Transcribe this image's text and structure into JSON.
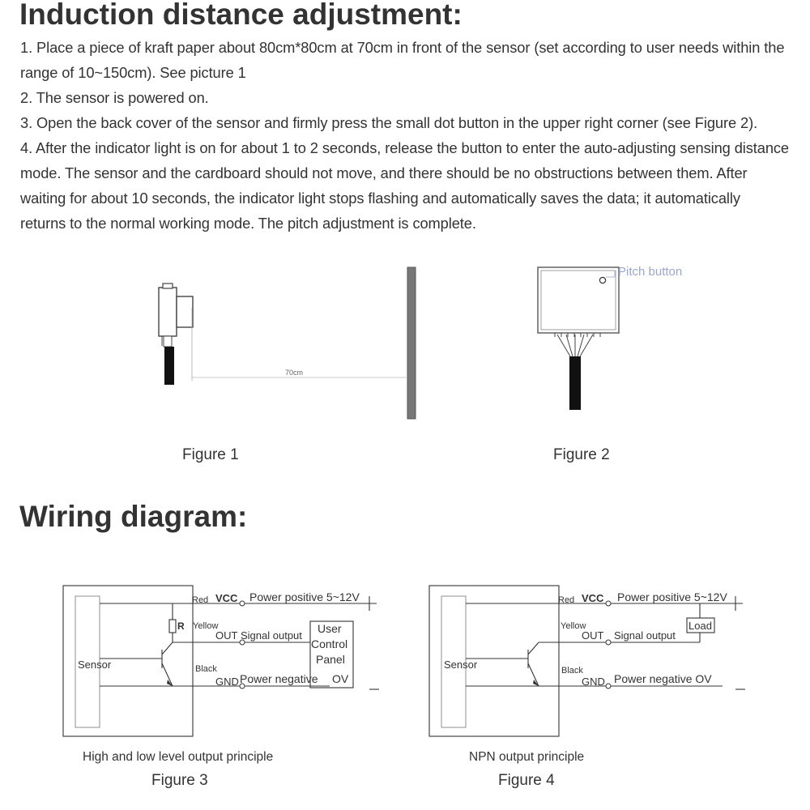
{
  "heading_adjust": "Induction distance adjustment:",
  "steps": [
    "1. Place a piece of kraft paper about 80cm*80cm at 70cm in front of the sensor (set according to user needs within the range of 10~150cm). See picture 1",
    "2. The sensor is powered on.",
    "3. Open the back cover of the sensor and firmly press the small dot button in the upper right corner (see Figure 2).",
    "4. After the indicator light is on for about 1 to 2 seconds, release the button to enter the auto-adjusting sensing distance mode. The sensor and the cardboard should not move, and there should be no obstructions between them. After waiting for about 10 seconds, the indicator light stops flashing and automatically saves the data; it automatically returns to the normal working mode. The pitch adjustment is complete."
  ],
  "figure1": {
    "distance_label": "70cm",
    "caption": "Figure 1"
  },
  "figure2": {
    "callout": "Pitch button",
    "caption": "Figure 2"
  },
  "heading_wiring": "Wiring diagram:",
  "figure3": {
    "sensor_label": "Sensor",
    "resistor_label": "R",
    "wire_red": "Red",
    "wire_yellow": "Yellow",
    "wire_black": "Black",
    "pin_vcc": "VCC",
    "pin_out": "OUT",
    "pin_gnd": "GND",
    "power_positive": "Power positive 5~12V",
    "signal_output": "Signal output",
    "power_negative": "Power negative",
    "ov": "OV",
    "panel_line1": "User",
    "panel_line2": "Control",
    "panel_line3": "Panel",
    "plus": "+",
    "minus": "–",
    "subtitle": "High and low level output principle",
    "caption": "Figure 3"
  },
  "figure4": {
    "sensor_label": "Sensor",
    "wire_red": "Red",
    "wire_yellow": "Yellow",
    "wire_black": "Black",
    "pin_vcc": "VCC",
    "pin_out": "OUT",
    "pin_gnd": "GND",
    "power_positive": "Power positive 5~12V",
    "signal_output": "Signal output",
    "power_negative": "Power negative OV",
    "load": "Load",
    "plus": "+",
    "minus": "–",
    "subtitle": "NPN output principle",
    "caption": "Figure 4"
  }
}
